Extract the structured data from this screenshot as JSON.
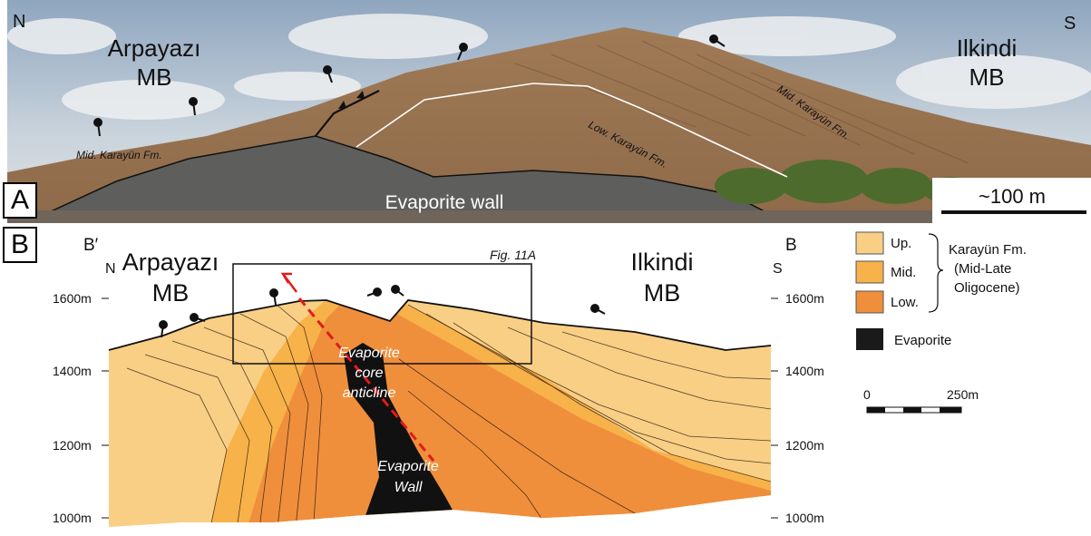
{
  "panel_a": {
    "letter": "A",
    "north": "N",
    "south": "S",
    "left_basin": [
      "Arpayazı",
      "MB"
    ],
    "right_basin": [
      "Ilkindi",
      "MB"
    ],
    "mid_karayun_left": "Mid. Karayün Fm.",
    "low_karayun": "Low. Karayün Fm.",
    "mid_karayun_right": "Mid. Karayün Fm.",
    "evaporite_wall": "Evaporite wall",
    "scale": "~100 m"
  },
  "panel_b": {
    "letter": "B",
    "b_prime": "B′",
    "b": "B",
    "north": "N",
    "south": "S",
    "left_basin": [
      "Arpayazı",
      "MB"
    ],
    "right_basin": [
      "Ilkindi",
      "MB"
    ],
    "fig_ref": "Fig. 11A",
    "core_anticline": [
      "Evaporite",
      "core",
      "anticline"
    ],
    "evaporite_wall": [
      "Evaporite",
      "Wall"
    ],
    "elevations": [
      "1600m",
      "1400m",
      "1200m",
      "1000m"
    ],
    "scale": {
      "start": "0",
      "end": "250m"
    }
  },
  "legend": {
    "items": [
      {
        "label": "Up.",
        "color": "#f9cf85"
      },
      {
        "label": "Mid.",
        "color": "#f8b24a"
      },
      {
        "label": "Low.",
        "color": "#ef8f3c"
      }
    ],
    "formation": [
      "Karayün Fm.",
      "(Mid-Late",
      "Oligocene)"
    ],
    "evaporite": {
      "label": "Evaporite",
      "color": "#1a1a1a"
    }
  }
}
